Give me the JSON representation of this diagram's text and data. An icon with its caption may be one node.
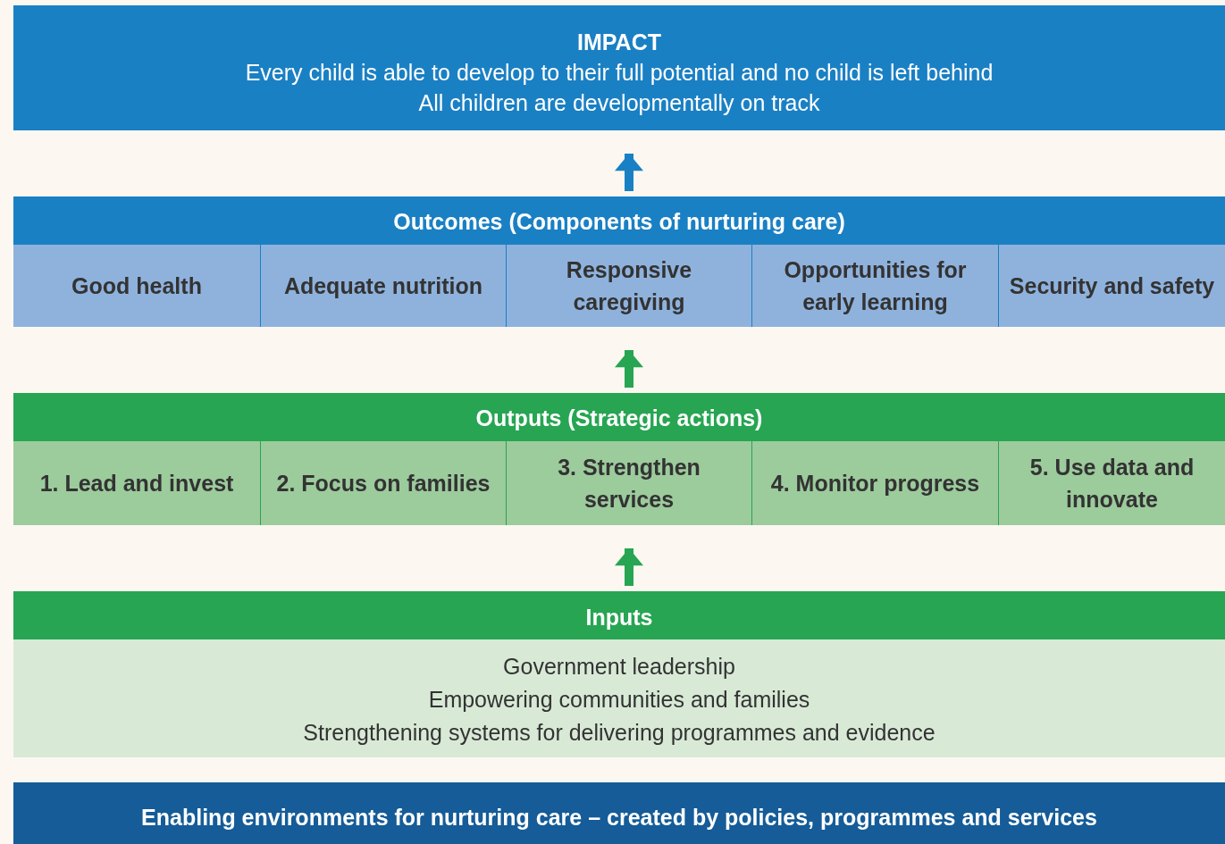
{
  "diagram": {
    "nodes": [
      {
        "text": [
          "IMPACT",
          "Every child is able to develop to their full potential and no child is left behind",
          "All children are developmentally on track"
        ]
      },
      {
        "text": [
          "Outcomes (Components of nurturing care)"
        ]
      },
      {
        "text": [
          "Good health"
        ],
        "in": 1
      },
      {
        "text": [
          "Adequate nutrition"
        ],
        "in": 1
      },
      {
        "text": [
          "Responsive caregiving"
        ],
        "in": 1
      },
      {
        "text": [
          "Opportunities for early learning"
        ],
        "in": 1
      },
      {
        "text": [
          "Security and safety"
        ],
        "in": 1
      },
      {
        "text": [
          "Outputs (Strategic actions)"
        ]
      },
      {
        "text": [
          "1. Lead and invest"
        ],
        "in": 7
      },
      {
        "text": [
          "2. Focus on families"
        ],
        "in": 7
      },
      {
        "text": [
          "3. Strengthen services"
        ],
        "in": 7
      },
      {
        "text": [
          "4. Monitor progress"
        ],
        "in": 7
      },
      {
        "text": [
          "5. Use data and innovate"
        ],
        "in": 7
      },
      {
        "text": [
          "Inputs",
          "Government leadership",
          "Empowering communities and families",
          "Strengthening systems for delivering programmes and evidence"
        ]
      },
      {
        "text": [
          "Enabling environments for nurturing care – created by policies, programmes and services"
        ]
      }
    ],
    "edges": [
      {
        "from": 13,
        "to": 7,
        "arrow": "to"
      },
      {
        "from": 7,
        "to": 1,
        "arrow": "to"
      },
      {
        "from": 1,
        "to": 0,
        "arrow": "to",
        "color": "#1a80c4"
      }
    ]
  }
}
